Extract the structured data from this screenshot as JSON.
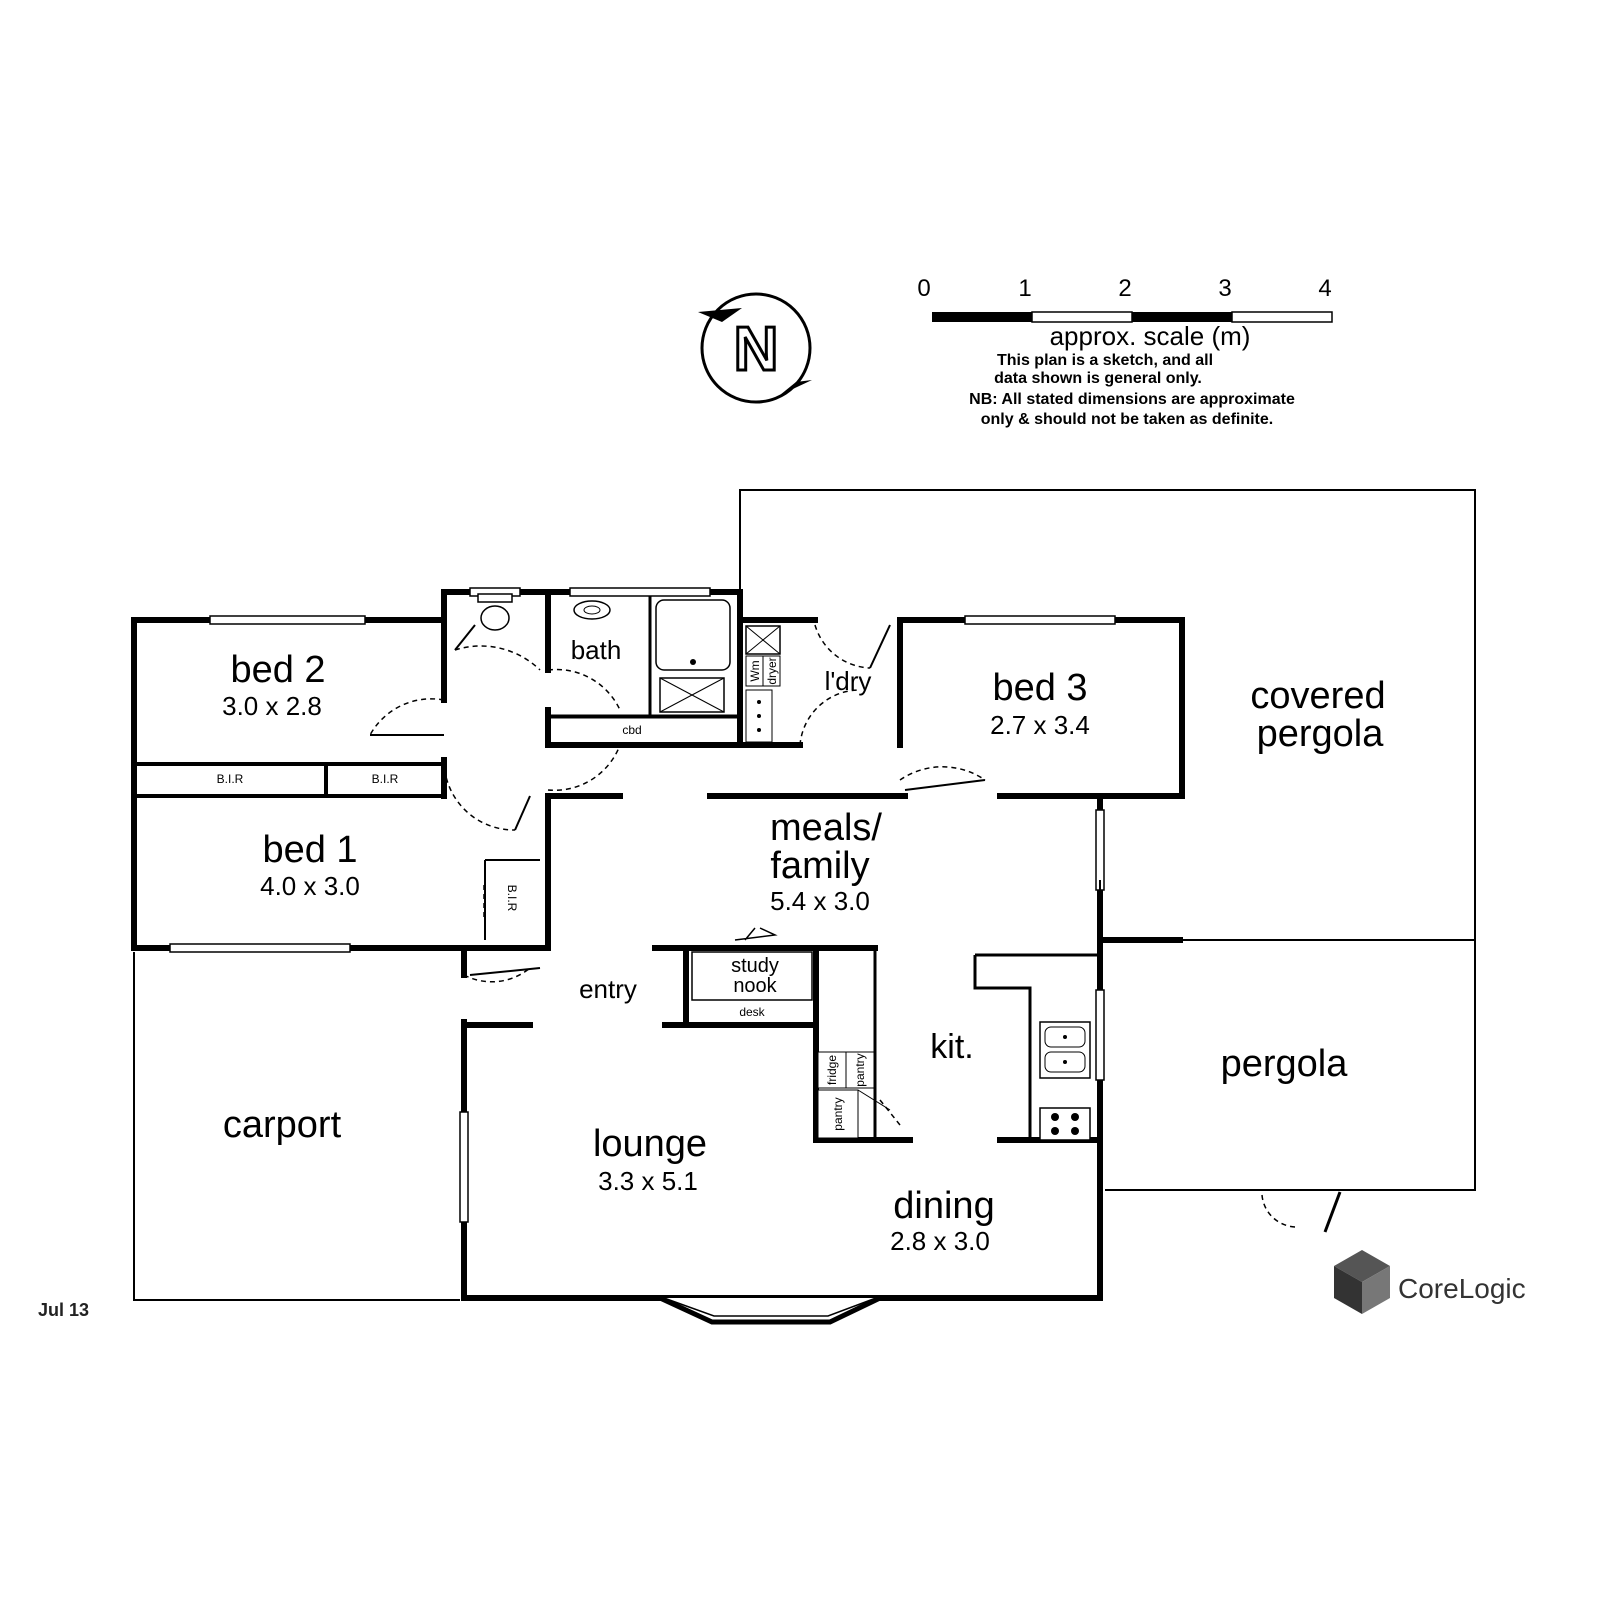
{
  "scale": {
    "ticks": [
      "0",
      "1",
      "2",
      "3",
      "4"
    ],
    "label": "approx. scale (m)",
    "note_line1": "This plan is a sketch, and all",
    "note_line2": "data shown is general only.",
    "nb_line1": "NB: All stated dimensions are approximate",
    "nb_line2": "only & should not be taken as definite."
  },
  "compass": {
    "letter": "N",
    "icon": "north-arrow-icon"
  },
  "rooms": {
    "bed2": {
      "name": "bed 2",
      "dim": "3.0 x 2.8"
    },
    "bed1": {
      "name": "bed 1",
      "dim": "4.0 x 3.0"
    },
    "bed3": {
      "name": "bed 3",
      "dim": "2.7 x 3.4"
    },
    "bath": {
      "name": "bath"
    },
    "laundry": {
      "name": "l'dry"
    },
    "meals": {
      "name_line1": "meals/",
      "name_line2": "family",
      "dim": "5.4 x 3.0"
    },
    "covered_pergola": {
      "name_line1": "covered",
      "name_line2": "pergola"
    },
    "pergola": {
      "name": "pergola"
    },
    "carport": {
      "name": "carport"
    },
    "entry": {
      "name": "entry"
    },
    "study": {
      "name_line1": "study",
      "name_line2": "nook",
      "desk": "desk"
    },
    "kitchen": {
      "name": "kit."
    },
    "lounge": {
      "name": "lounge",
      "dim": "3.3 x 5.1"
    },
    "dining": {
      "name": "dining",
      "dim": "2.8 x 3.0"
    }
  },
  "fixtures": {
    "bir": "B.I.R",
    "bir_vertical": "B.I.R",
    "cbd": "cbd",
    "wm": "Wm",
    "dryer": "dryer",
    "fridge": "fridge",
    "pantry": "pantry",
    "pantry2": "pantry"
  },
  "footer": {
    "date": "Jul 13",
    "brand": "CoreLogic"
  }
}
